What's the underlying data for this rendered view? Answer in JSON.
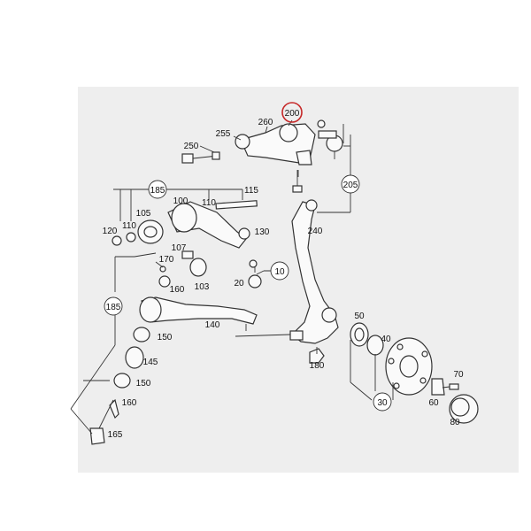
{
  "diagram": {
    "highlight_color": "#c62828",
    "highlighted_part": "200",
    "labels": [
      "200",
      "260",
      "255",
      "250",
      "185",
      "100",
      "115",
      "105",
      "110",
      "120",
      "110",
      "240",
      "205",
      "130",
      "107",
      "170",
      "10",
      "20",
      "160",
      "103",
      "185",
      "140",
      "150",
      "145",
      "150",
      "160",
      "165",
      "180",
      "50",
      "70",
      "40",
      "60",
      "30",
      "80"
    ]
  }
}
